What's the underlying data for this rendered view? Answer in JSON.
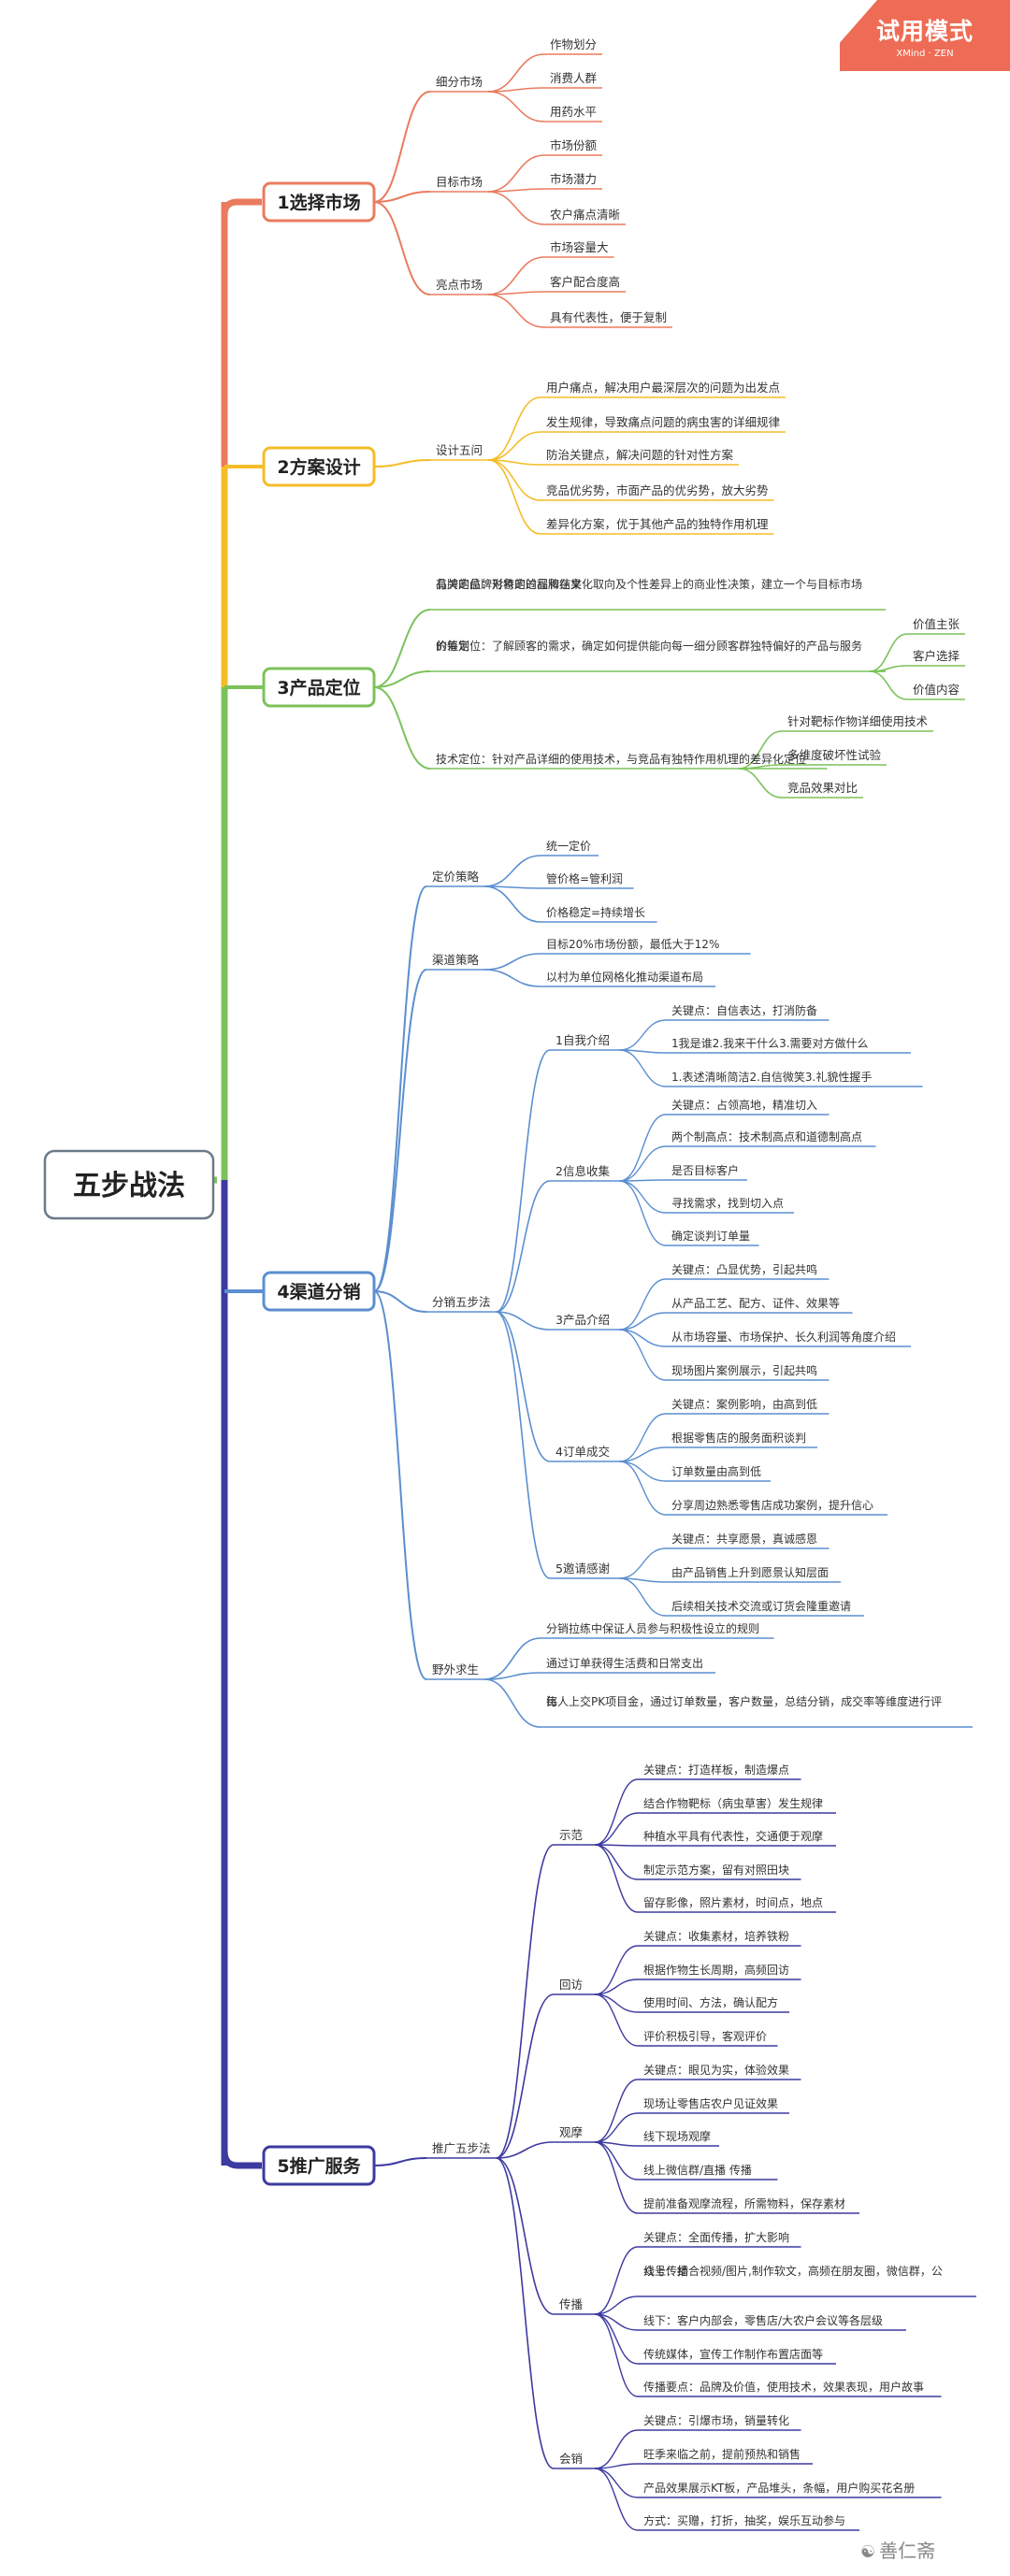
{
  "badge": {
    "title": "试用模式",
    "subtitle": "XMind · ZEN"
  },
  "watermark": "善仁斋",
  "root": "五步战法",
  "branches": [
    {
      "label": "1选择市场",
      "color": "#ea7b5e",
      "children": [
        {
          "label": "细分市场",
          "children": [
            {
              "label": "作物划分"
            },
            {
              "label": "消费人群"
            },
            {
              "label": "用药水平"
            }
          ]
        },
        {
          "label": "目标市场",
          "children": [
            {
              "label": "市场份额"
            },
            {
              "label": "市场潜力"
            },
            {
              "label": "农户痛点清晰"
            }
          ]
        },
        {
          "label": "亮点市场",
          "children": [
            {
              "label": "市场容量大"
            },
            {
              "label": "客户配合度高"
            },
            {
              "label": "具有代表性，便于复制"
            }
          ]
        }
      ]
    },
    {
      "label": "2方案设计",
      "color": "#f5bc28",
      "children": [
        {
          "label": "设计五问",
          "children": [
            {
              "label": "用户痛点，解决用户最深层次的问题为出发点"
            },
            {
              "label": "发生规律，导致痛点问题的病虫害的详细规律"
            },
            {
              "label": "防治关键点，解决问题的针对性方案"
            },
            {
              "label": "竞品优劣势，市面产品的优劣势，放大劣势"
            },
            {
              "label": "差异化方案，优于其他产品的独特作用机理"
            }
          ]
        }
      ]
    },
    {
      "label": "3产品定位",
      "color": "#7cc25a",
      "children": [
        {
          "label": "品牌定位：对特定的品牌在文化取向及个性差异上的商业性决策，建立一个与目标市场有关的品牌形象的过程和结果",
          "children": []
        },
        {
          "label": "价值定位：了解顾客的需求，确定如何提供能向每一细分顾客群独特偏好的产品与服务的筹划",
          "children": [
            {
              "label": "价值主张"
            },
            {
              "label": "客户选择"
            },
            {
              "label": "价值内容"
            }
          ]
        },
        {
          "label": "技术定位：针对产品详细的使用技术，与竞品有独特作用机理的差异化定位",
          "children": [
            {
              "label": "针对靶标作物详细使用技术"
            },
            {
              "label": "多维度破坏性试验"
            },
            {
              "label": "竞品效果对比"
            }
          ]
        }
      ]
    },
    {
      "label": "4渠道分销",
      "color": "#5b8fd0",
      "children": [
        {
          "label": "定价策略",
          "children": [
            {
              "label": "统一定价"
            },
            {
              "label": "管价格=管利润"
            },
            {
              "label": "价格稳定=持续增长"
            }
          ]
        },
        {
          "label": "渠道策略",
          "children": [
            {
              "label": "目标20%市场份额，最低大于12%"
            },
            {
              "label": "以村为单位网格化推动渠道布局"
            }
          ]
        },
        {
          "label": "分销五步法",
          "children": [
            {
              "label": "1自我介绍",
              "children": [
                {
                  "label": "关键点：自信表达，打消防备"
                },
                {
                  "label": "1我是谁2.我来干什么3.需要对方做什么"
                },
                {
                  "label": "1.表述清晰简洁2.自信微笑3.礼貌性握手"
                }
              ]
            },
            {
              "label": "2信息收集",
              "children": [
                {
                  "label": "关键点：占领高地，精准切入"
                },
                {
                  "label": "两个制高点：技术制高点和道德制高点"
                },
                {
                  "label": "是否目标客户"
                },
                {
                  "label": "寻找需求，找到切入点"
                },
                {
                  "label": "确定谈判订单量"
                }
              ]
            },
            {
              "label": "3产品介绍",
              "children": [
                {
                  "label": "关键点：凸显优势，引起共鸣"
                },
                {
                  "label": "从产品工艺、配方、证件、效果等"
                },
                {
                  "label": "从市场容量、市场保护、长久利润等角度介绍"
                },
                {
                  "label": "现场图片案例展示，引起共鸣"
                }
              ]
            },
            {
              "label": "4订单成交",
              "children": [
                {
                  "label": "关键点：案例影响，由高到低"
                },
                {
                  "label": "根据零售店的服务面积谈判"
                },
                {
                  "label": "订单数量由高到低"
                },
                {
                  "label": "分享周边熟悉零售店成功案例，提升信心"
                }
              ]
            },
            {
              "label": "5邀请感谢",
              "children": [
                {
                  "label": "关键点：共享愿景，真诚感恩"
                },
                {
                  "label": "由产品销售上升到愿景认知层面"
                },
                {
                  "label": "后续相关技术交流或订货会隆重邀请"
                }
              ]
            }
          ]
        },
        {
          "label": "野外求生",
          "children": [
            {
              "label": "分销拉练中保证人员参与积极性设立的规则"
            },
            {
              "label": "通过订单获得生活费和日常支出"
            },
            {
              "label": "每人上交PK项目金，通过订单数量，客户数量，总结分销，成交率等维度进行评比"
            }
          ]
        }
      ]
    },
    {
      "label": "5推广服务",
      "color": "#3d3aa0",
      "children": [
        {
          "label": "推广五步法",
          "children": [
            {
              "label": "示范",
              "children": [
                {
                  "label": "关键点：打造样板，制造爆点"
                },
                {
                  "label": "结合作物靶标（病虫草害）发生规律"
                },
                {
                  "label": "种植水平具有代表性，交通便于观摩"
                },
                {
                  "label": "制定示范方案，留有对照田块"
                },
                {
                  "label": "留存影像，照片素材，时间点，地点"
                }
              ]
            },
            {
              "label": "回访",
              "children": [
                {
                  "label": "关键点：收集素材，培养铁粉"
                },
                {
                  "label": "根据作物生长周期，高频回访"
                },
                {
                  "label": "使用时间、方法，确认配方"
                },
                {
                  "label": "评价积极引导，客观评价"
                }
              ]
            },
            {
              "label": "观摩",
              "children": [
                {
                  "label": "关键点：眼见为实，体验效果"
                },
                {
                  "label": "现场让零售店农户见证效果"
                },
                {
                  "label": "线下现场观摩"
                },
                {
                  "label": "线上微信群/直播 传播"
                },
                {
                  "label": "提前准备观摩流程，所需物料，保存素材"
                }
              ]
            },
            {
              "label": "传播",
              "children": [
                {
                  "label": "关键点：全面传播，扩大影响"
                },
                {
                  "label": "线上：结合视频/图片,制作软文，高频在朋友圈，微信群，公众号传播"
                },
                {
                  "label": "线下：客户内部会，零售店/大农户会议等各层级"
                },
                {
                  "label": "传统媒体，宣传工作制作布置店面等"
                },
                {
                  "label": "传播要点：品牌及价值，使用技术，效果表现，用户故事"
                }
              ]
            },
            {
              "label": "会销",
              "children": [
                {
                  "label": "关键点：引爆市场，销量转化"
                },
                {
                  "label": "旺季来临之前，提前预热和销售"
                },
                {
                  "label": "产品效果展示KT板，产品堆头，条幅，用户购买花名册"
                },
                {
                  "label": "方式：买赠，打折，抽奖，娱乐互动参与"
                }
              ]
            }
          ]
        }
      ]
    }
  ]
}
